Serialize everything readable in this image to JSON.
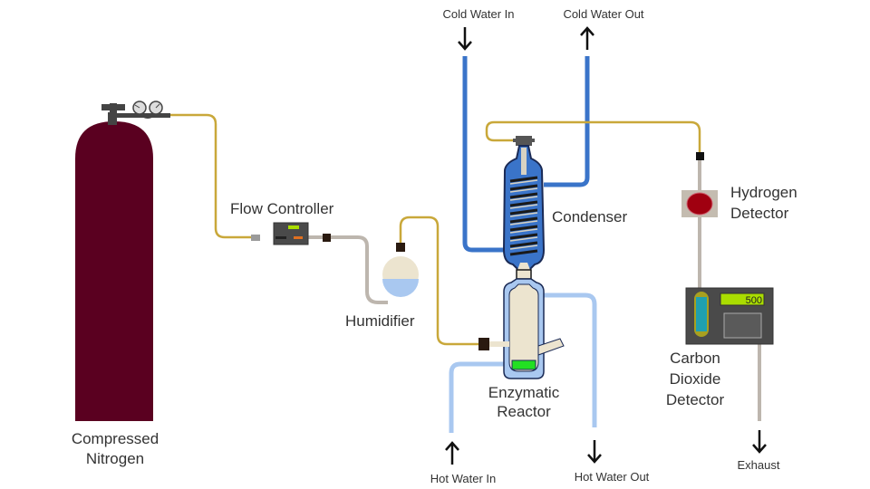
{
  "diagram": {
    "title": "Enzymatic hydrogen production apparatus",
    "components": {
      "nitrogen_tank": {
        "label_line1": "Compressed",
        "label_line2": "Nitrogen",
        "color": "#5a0020"
      },
      "flow_controller": {
        "label": "Flow Controller"
      },
      "humidifier": {
        "label": "Humidifier"
      },
      "condenser": {
        "label": "Condenser"
      },
      "reactor": {
        "label_line1": "Enzymatic",
        "label_line2": "Reactor"
      },
      "hydrogen_detector": {
        "label_line1": "Hydrogen",
        "label_line2": "Detector"
      },
      "co2_detector": {
        "label_line1": "Carbon",
        "label_line2": "Dioxide",
        "label_line3": "Detector",
        "display_value": "500"
      }
    },
    "flows": {
      "cold_water_in": "Cold Water In",
      "cold_water_out": "Cold Water Out",
      "hot_water_in": "Hot Water In",
      "hot_water_out": "Hot Water Out",
      "exhaust": "Exhaust"
    },
    "colors": {
      "gas_line": "#c9a83a",
      "gray_line": "#bdb6ae",
      "cold_water": "#3a74c9",
      "hot_water": "#a9c8f0",
      "reactor_liquid": "#22e022",
      "detector_red": "#a00010",
      "display_green": "#aadd00"
    }
  }
}
